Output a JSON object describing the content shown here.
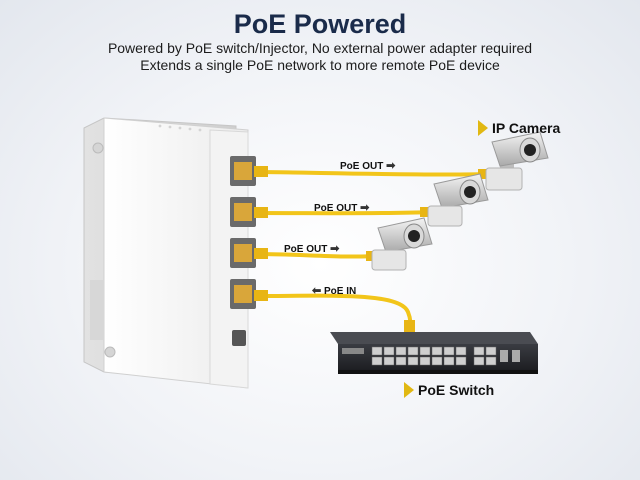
{
  "header": {
    "title": "PoE Powered",
    "line1": "Powered by PoE switch/Injector, No external power adapter required",
    "line2": "Extends a single PoE network to more remote PoE device"
  },
  "labels": {
    "ip_camera": "IP Camera",
    "poe_out": "PoE OUT",
    "poe_in": "PoE IN",
    "poe_switch": "PoE Switch"
  },
  "colors": {
    "cable": "#f2c51a",
    "title": "#1a2b4a",
    "device": "#f6f6f6"
  }
}
